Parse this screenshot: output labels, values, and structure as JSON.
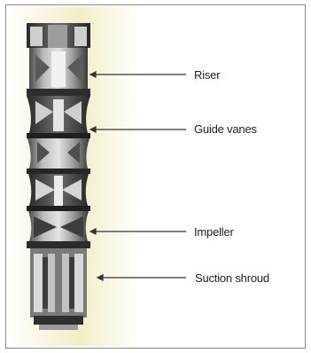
{
  "diagram": {
    "subject": "submersible-pump-cutaway",
    "labels": {
      "riser": "Riser",
      "guide_vanes": "Guide vanes",
      "impeller": "Impeller",
      "suction_shroud": "Suction shroud"
    },
    "colors": {
      "frame_border": "#8a8a8a",
      "background_glow": "#eee8b4",
      "metal_dark": "#3a3a3a",
      "metal_light": "#c9c9c9",
      "leader_line": "#333333"
    }
  }
}
